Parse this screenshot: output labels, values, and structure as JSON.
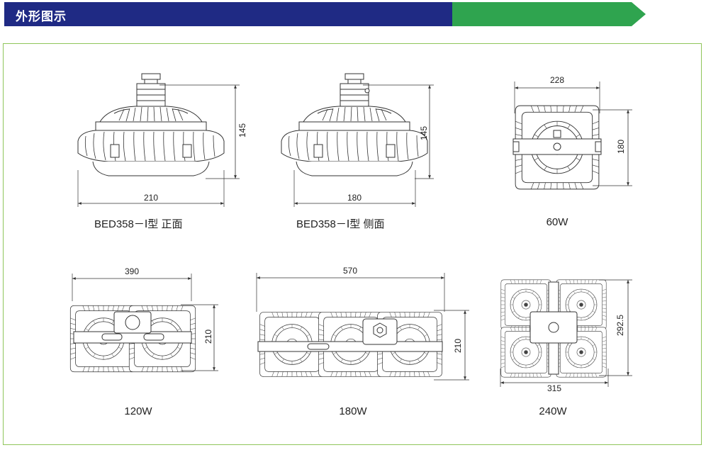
{
  "header": {
    "title": "外形图示",
    "colors": {
      "band": "#1f2a84",
      "arrow": "#2fa44f"
    }
  },
  "frame": {
    "border_color": "#8fc55a"
  },
  "views": [
    {
      "label": "BED358－Ⅰ型  正面",
      "dims": {
        "width": "210",
        "height": "145"
      }
    },
    {
      "label": "BED358－Ⅰ型  侧面",
      "dims": {
        "width": "180",
        "height": "145"
      }
    },
    {
      "label": "60W",
      "dims": {
        "width": "228",
        "height": "180"
      }
    },
    {
      "label": "120W",
      "dims": {
        "width": "390",
        "height": "210"
      }
    },
    {
      "label": "180W",
      "dims": {
        "width": "570",
        "height": "210"
      }
    },
    {
      "label": "240W",
      "dims": {
        "width": "315",
        "height": "292.5"
      }
    }
  ]
}
